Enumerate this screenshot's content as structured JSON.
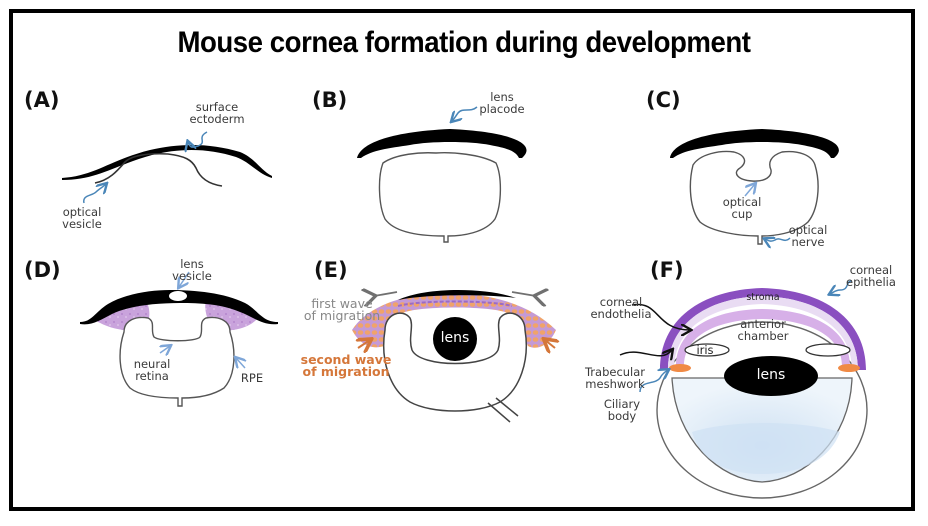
{
  "title": "Mouse cornea formation during development",
  "colors": {
    "arrow_blue": "#4a86b8",
    "arrow_lightblue": "#7ea6d8",
    "arrow_orange": "#d5773a",
    "arrow_gray": "#707070",
    "mesenchyme_purple": "#c9a3dc",
    "epithelium_purple": "#8a4fc0",
    "cell_orange": "#f0a36a",
    "vitreous_blue": "#e2eef8"
  },
  "panels": {
    "A": {
      "label": "(A)",
      "annotations": {
        "surface_ectoderm": "surface\nectoderm",
        "optical_vesicle": "optical\nvesicle"
      }
    },
    "B": {
      "label": "(B)",
      "annotations": {
        "lens_placode": "lens\nplacode"
      }
    },
    "C": {
      "label": "(C)",
      "annotations": {
        "optical_cup": "optical\ncup",
        "optical_nerve": "optical\nnerve"
      }
    },
    "D": {
      "label": "(D)",
      "annotations": {
        "lens_vesicle": "lens\nvesicle",
        "neural_retina": "neural\nretina",
        "rpe": "RPE"
      }
    },
    "E": {
      "label": "(E)",
      "annotations": {
        "first_wave": "first wave\nof migration",
        "second_wave": "second wave\nof migration",
        "lens": "lens"
      }
    },
    "F": {
      "label": "(F)",
      "annotations": {
        "corneal_epithelia": "corneal\nepithelia",
        "corneal_endothelia": "corneal\nendothelia",
        "stroma": "stroma",
        "anterior_chamber": "anterior\nchamber",
        "iris": "iris",
        "trabecular_meshwork": "Trabecular\nmeshwork",
        "ciliary_body": "Ciliary\nbody",
        "lens": "lens"
      }
    }
  }
}
